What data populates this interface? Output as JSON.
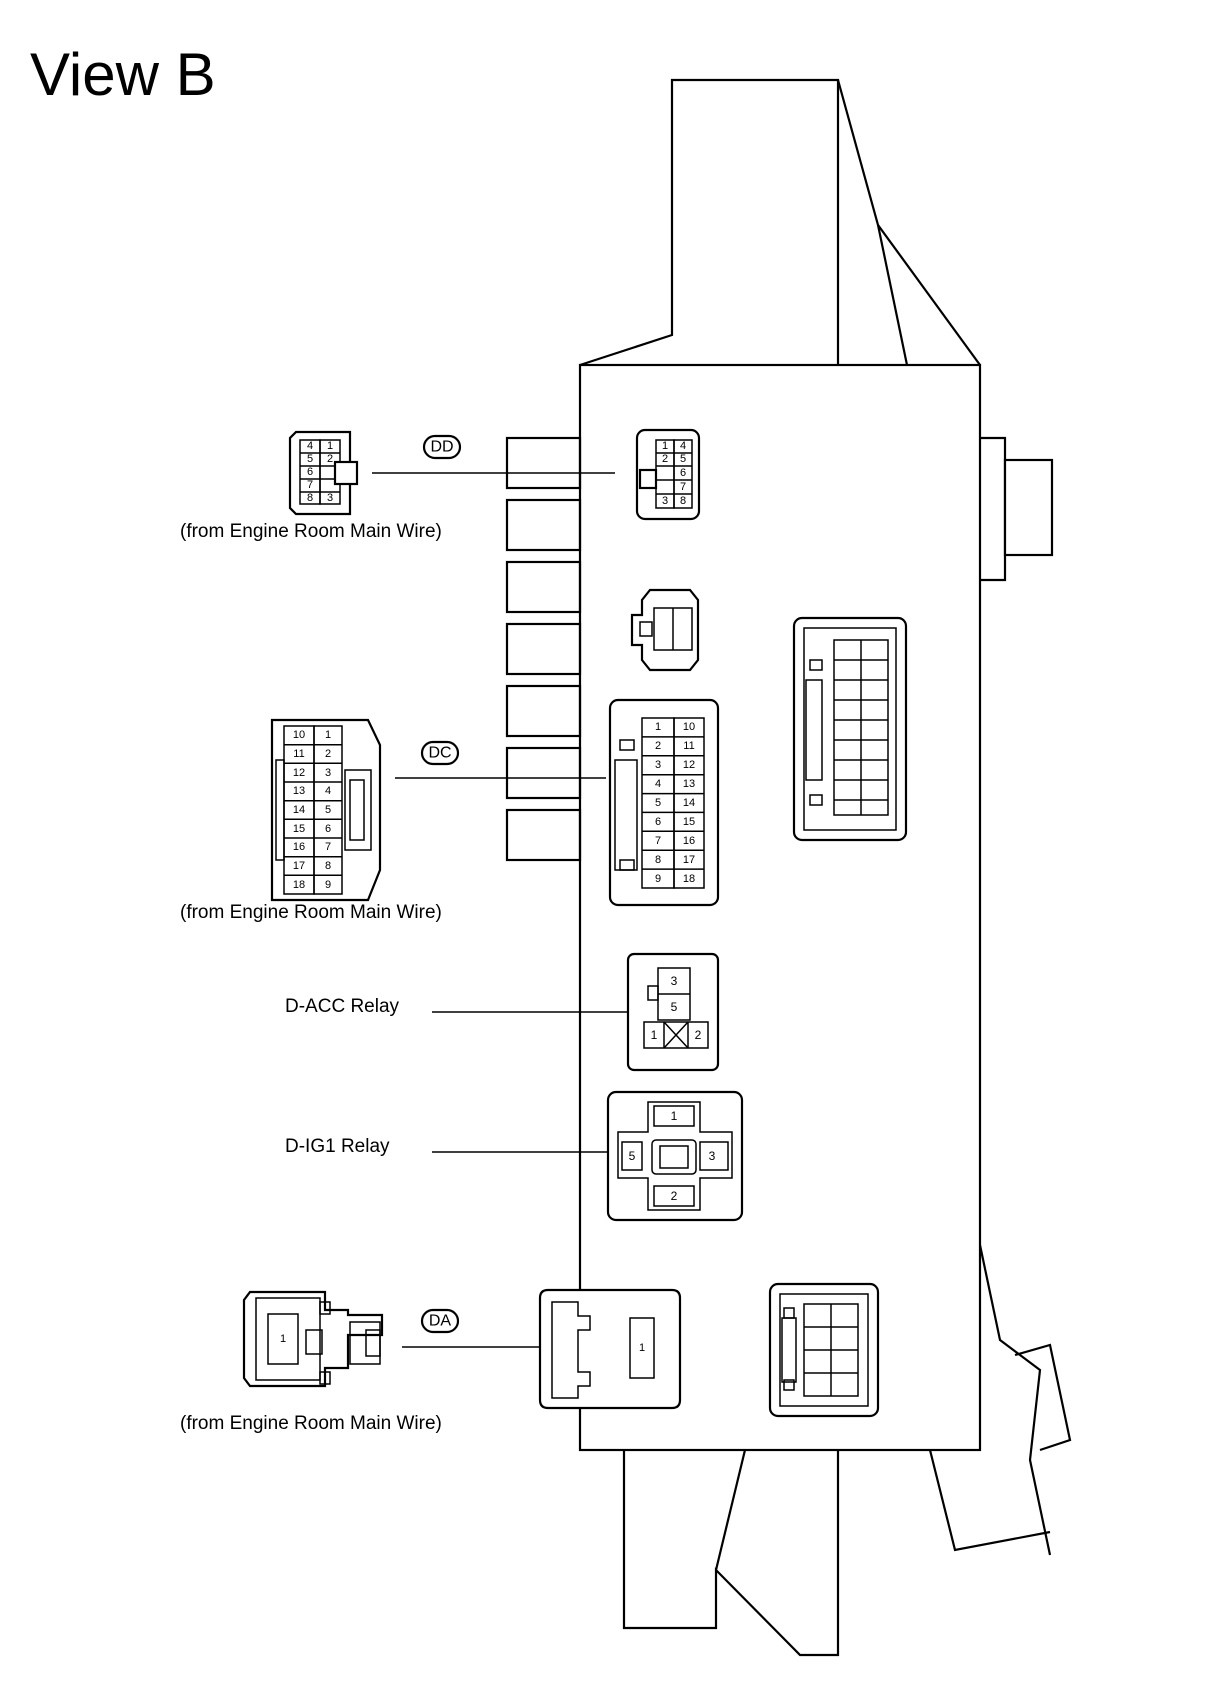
{
  "title": "View B",
  "labels": {
    "dd_from": "(from Engine Room Main Wire)",
    "dc_from": "(from Engine Room Main Wire)",
    "da_from": "(from Engine Room Main Wire)",
    "dacc": "D-ACC Relay",
    "dig1": "D-IG1 Relay"
  },
  "codes": {
    "dd": "DD",
    "dc": "DC",
    "da": "DA"
  },
  "dd_wire_pins": [
    "4",
    "1",
    "5",
    "2",
    "6",
    "7",
    "8",
    "3"
  ],
  "dd_block_pins": [
    "1",
    "4",
    "2",
    "5",
    "6",
    "7",
    "3",
    "8"
  ],
  "dc_wire_pins": [
    "10",
    "1",
    "11",
    "2",
    "12",
    "3",
    "13",
    "4",
    "14",
    "5",
    "15",
    "6",
    "16",
    "7",
    "17",
    "8",
    "18",
    "9"
  ],
  "dc_block_pins": [
    "1",
    "10",
    "2",
    "11",
    "3",
    "12",
    "4",
    "13",
    "5",
    "14",
    "6",
    "15",
    "7",
    "16",
    "8",
    "17",
    "9",
    "18"
  ],
  "dacc_pins": [
    "3",
    "5",
    "1",
    "2"
  ],
  "dig1_pins": [
    "1",
    "5",
    "3",
    "2"
  ],
  "da_pins": [
    "1",
    "1"
  ]
}
